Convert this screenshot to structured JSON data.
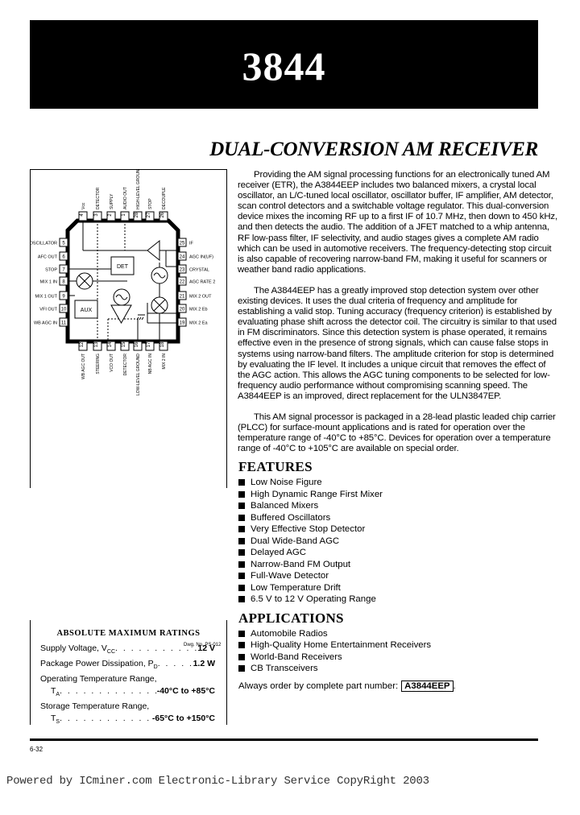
{
  "header": {
    "part_number": "3844",
    "title": "DUAL-CONVERSION AM RECEIVER"
  },
  "diagram": {
    "drawing_number": "Dwg. No. PS-012",
    "blocks": {
      "detector": "DET",
      "aux": "AUX"
    },
    "pins_left": [
      {
        "num": "5",
        "label": "OSCILLATOR"
      },
      {
        "num": "6",
        "label": "AFC OUT"
      },
      {
        "num": "7",
        "label": "STOP"
      },
      {
        "num": "8",
        "label": "MIX 1 IN"
      },
      {
        "num": "9",
        "label": "MIX 1 OUT"
      },
      {
        "num": "10",
        "label": "VFI OUT"
      },
      {
        "num": "11",
        "label": "WB AGC IN"
      }
    ],
    "pins_right": [
      {
        "num": "25",
        "label": "IF"
      },
      {
        "num": "24",
        "label": "AGC IN(UF)"
      },
      {
        "num": "23",
        "label": "CRYSTAL"
      },
      {
        "num": "22",
        "label": "AGC RATE 2"
      },
      {
        "num": "21",
        "label": "MIX 2 OUT"
      },
      {
        "num": "20",
        "label": "MIX 2 Eb"
      },
      {
        "num": "19",
        "label": "MIX 2 Ea"
      }
    ],
    "pins_top": [
      {
        "num": "4",
        "label": "Vcc"
      },
      {
        "num": "3",
        "label": "DETECTOR"
      },
      {
        "num": "2",
        "label": "SUPPLY"
      },
      {
        "num": "1",
        "label": "AUDIO OUT"
      },
      {
        "num": "28",
        "label": "HIGH-LEVEL GROUND"
      },
      {
        "num": "27",
        "label": "STOP"
      },
      {
        "num": "26",
        "label": "DECOUPLE"
      }
    ],
    "pins_bottom": [
      {
        "num": "12",
        "label": "WB AGC OUT"
      },
      {
        "num": "13",
        "label": "STEERING"
      },
      {
        "num": "14",
        "label": "VCO OUT"
      },
      {
        "num": "15",
        "label": "DETECTOR"
      },
      {
        "num": "16",
        "label": "LOW-LEVEL GROUND"
      },
      {
        "num": "17",
        "label": "NB AGC IN"
      },
      {
        "num": "18",
        "label": "MIX 2 IN"
      }
    ]
  },
  "description": [
    "Providing the AM signal processing functions for an electronically tuned AM receiver (ETR), the A3844EEP includes two balanced mixers, a crystal local oscillator, an L/C-tuned local oscillator, oscillator buffer, IF amplifier, AM detector, scan control detectors and a switchable voltage regulator. This dual-conversion device mixes the incoming RF up to a first IF of 10.7 MHz, then down to 450 kHz, and then detects the audio. The addition of a JFET matched to a whip antenna, RF low-pass filter, IF selectivity, and audio stages gives a complete AM radio which can be used in automotive receivers. The frequency-detecting stop circuit is also capable of recovering narrow-band FM, making it useful for scanners or weather band radio applications.",
    "The A3844EEP has a greatly improved stop detection system over other existing devices. It uses the dual criteria of frequency and amplitude for establishing a valid stop. Tuning accuracy (frequency criterion) is established by evaluating phase shift across the detector coil. The circuitry is similar to that used in FM discriminators. Since this detection system is phase operated, it remains effective even in the presence of strong signals, which can cause false stops in systems using narrow-band filters. The amplitude criterion for stop is determined by evaluating the IF level. It includes a unique circuit that removes the effect of the AGC action. This allows the AGC tuning components to be selected for low-frequency audio performance without compromising scanning speed. The A3844EEP is an improved, direct replacement for the ULN3847EP.",
    "This AM signal processor is packaged in a 28-lead plastic leaded chip carrier (PLCC) for surface-mount applications and is rated for operation over the temperature range of -40°C to +85°C. Devices for operation over a temperature range of -40°C to +105°C are available on special order."
  ],
  "features": {
    "heading": "FEATURES",
    "items": [
      "Low Noise Figure",
      "High Dynamic Range First Mixer",
      "Balanced Mixers",
      "Buffered Oscillators",
      "Very Effective Stop Detector",
      "Dual Wide-Band AGC",
      "Delayed AGC",
      "Narrow-Band FM Output",
      "Full-Wave Detector",
      "Low Temperature Drift",
      "6.5 V to 12 V Operating Range"
    ]
  },
  "applications": {
    "heading": "APPLICATIONS",
    "items": [
      "Automobile Radios",
      "High-Quality Home Entertainment Receivers",
      "World-Band Receivers",
      "CB Transceivers"
    ]
  },
  "order": {
    "text": "Always order by complete part number:",
    "part": "A3844EEP"
  },
  "ratings": {
    "heading": "ABSOLUTE MAXIMUM RATINGS",
    "supply_label": "Supply Voltage, V",
    "supply_sub": "CC",
    "supply_value": "12 V",
    "power_label": "Package Power Dissipation, P",
    "power_sub": "D",
    "power_value": "1.2 W",
    "op_label": "Operating Temperature Range,",
    "op_sym": "T",
    "op_sub": "A",
    "op_value": "-40°C to +85°C",
    "st_label": "Storage Temperature Range,",
    "st_sym": "T",
    "st_sub": "S",
    "st_value": "-65°C to +150°C"
  },
  "page_number": "6-32",
  "footer": "Powered by ICminer.com Electronic-Library Service CopyRight 2003"
}
